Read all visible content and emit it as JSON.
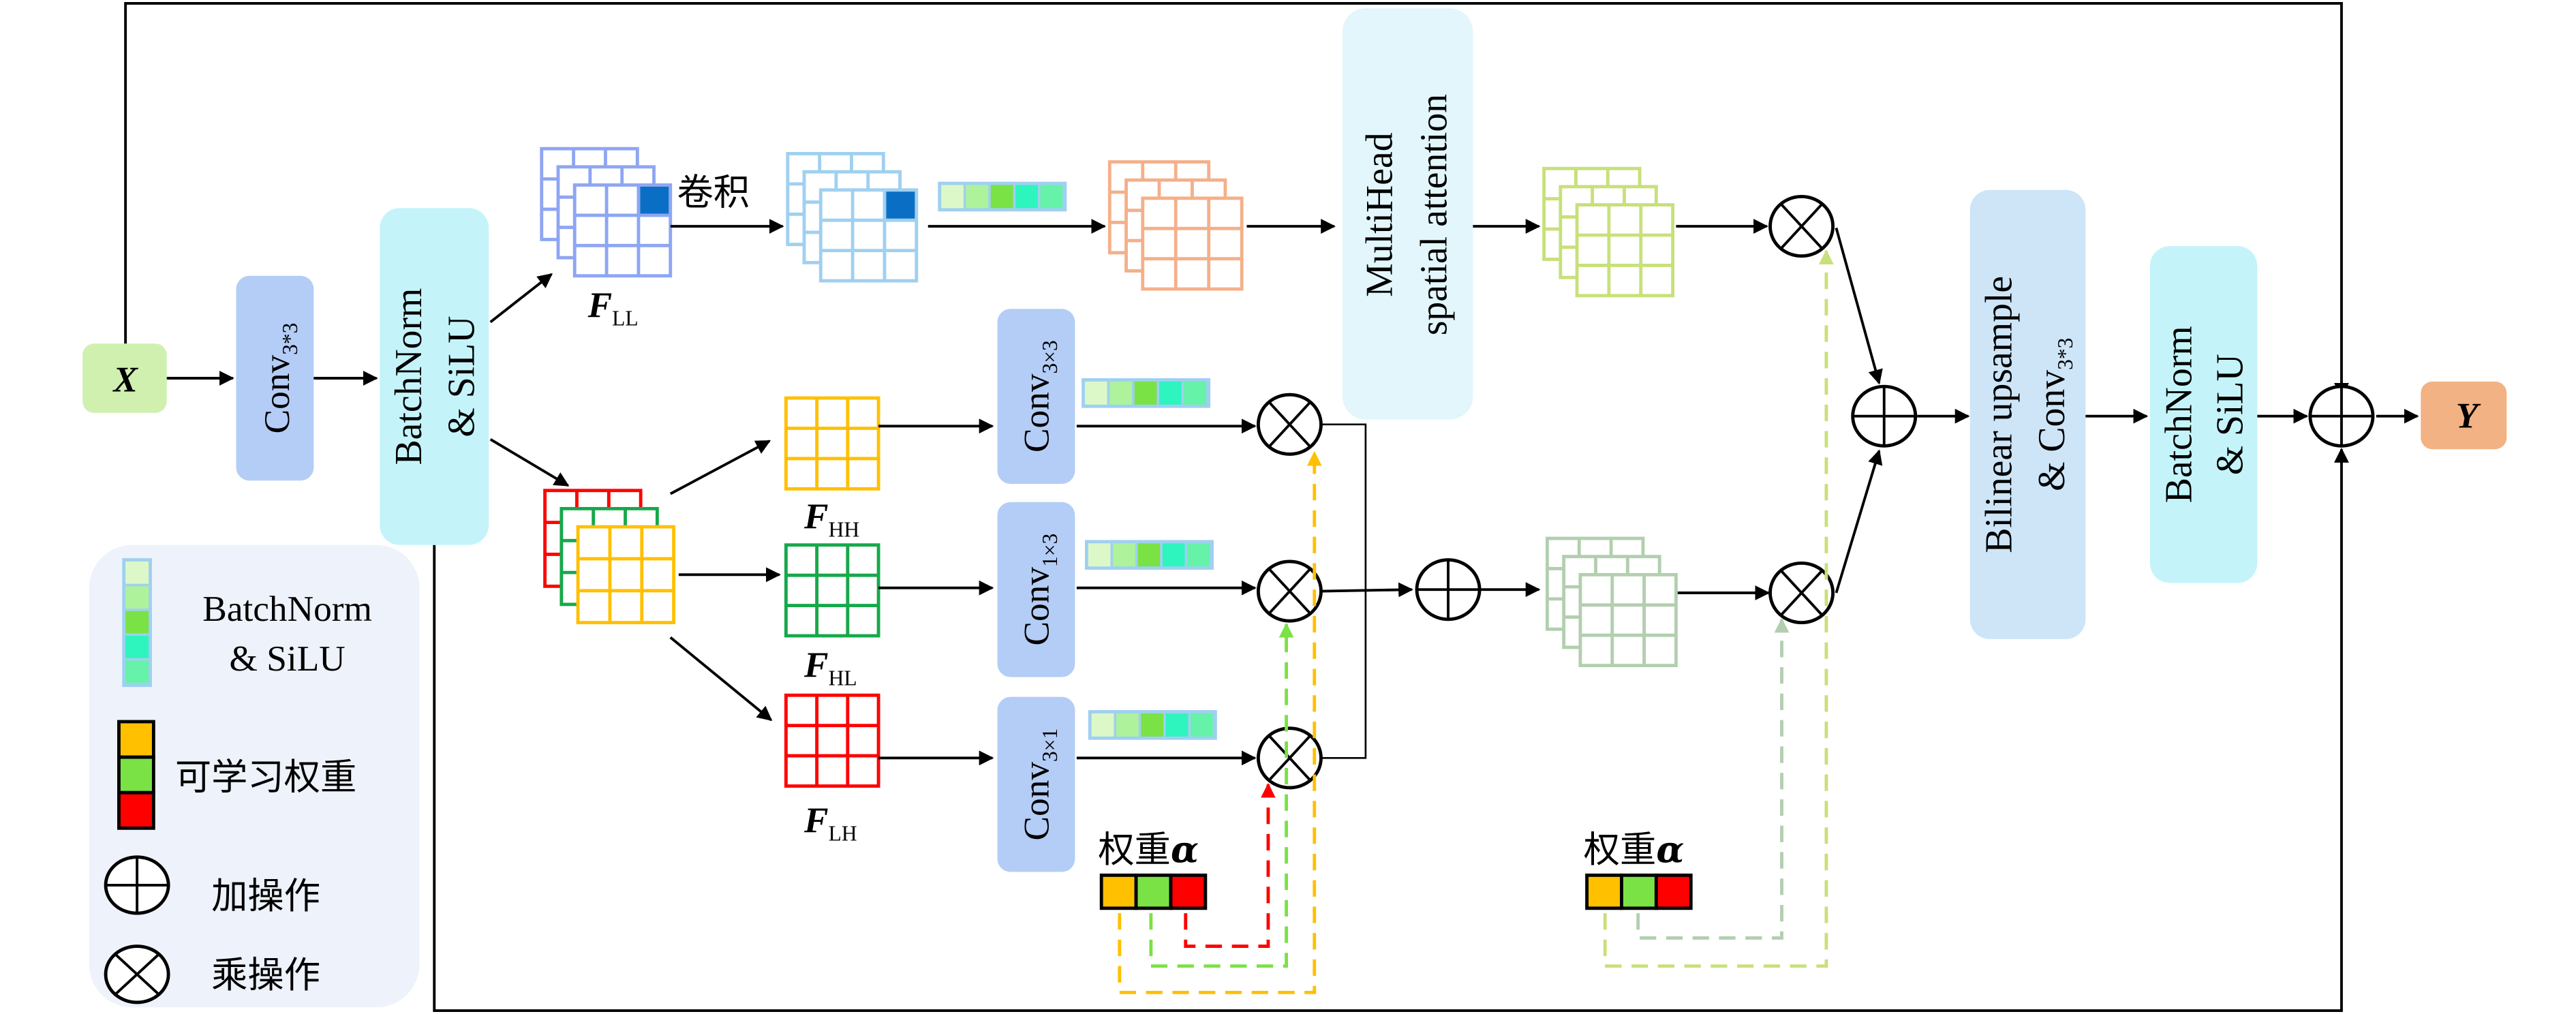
{
  "figure": {
    "input": {
      "label": "X",
      "color": "#d0f0b0"
    },
    "output": {
      "label": "Y",
      "color": "#f2b283"
    },
    "stem_conv": {
      "label": "Conv",
      "subscript": "3*3",
      "color": "#b4cdf6"
    },
    "stem_bn": {
      "line1": "BatchNorm",
      "line2": "& SiLU",
      "color": "#c4f4fa"
    },
    "ll_branch": {
      "feature_label": "F",
      "feature_sub": "LL",
      "conv_text": "卷积",
      "feature_color": "#8ea6f2",
      "conv_feature_color": "#9fd0f0",
      "highlight_color": "#0a6fc4",
      "post_color": "#f4b08a",
      "attention": {
        "line1": "MultiHead",
        "line2": "spatial attention",
        "color": "#e2f6fb"
      },
      "attention_out_color": "#c8e07a"
    },
    "high_branch": {
      "stack_colors": [
        "#ff0000",
        "#16a84a",
        "#ffc000"
      ],
      "features": [
        {
          "label": "F",
          "sub": "HH",
          "color": "#ffc000",
          "conv": "Conv",
          "conv_sub": "3×3"
        },
        {
          "label": "F",
          "sub": "HL",
          "color": "#16a84a",
          "conv": "Conv",
          "conv_sub": "1×3"
        },
        {
          "label": "F",
          "sub": "LH",
          "color": "#ff0000",
          "conv": "Conv",
          "conv_sub": "3×1"
        }
      ],
      "conv_color": "#b4cdf6",
      "fused_color": "#b2cfb0"
    },
    "bn_strip_colors": [
      "#ddf8c8",
      "#aef29c",
      "#7ae244",
      "#2ef4be",
      "#66f2a8"
    ],
    "bn_strip_border": "#9fd0f0",
    "weight_colors": [
      "#ffc000",
      "#7ae244",
      "#ff0000"
    ],
    "weights": [
      {
        "label": "权重",
        "symbol": "α"
      },
      {
        "label": "权重",
        "symbol": "α"
      }
    ],
    "dashed_colors": {
      "yellow": "#ffc000",
      "green": "#7ae244",
      "red": "#ff0000",
      "lightgreen": "#c8e07a",
      "sage": "#b2cfb0"
    },
    "upsample": {
      "line1": "Bilinear upsample",
      "line2": "& Conv",
      "subscript": "3*3",
      "color": "#cde5f7"
    },
    "final_bn": {
      "line1": "BatchNorm",
      "line2": "& SiLU",
      "color": "#c4f4fa"
    }
  },
  "legend": {
    "background": "#eef2fa",
    "items": [
      {
        "icon": "batchnorm-silu-strip",
        "line1": "BatchNorm",
        "line2": "& SiLU"
      },
      {
        "icon": "learnable-weight-strip",
        "text": "可学习权重"
      },
      {
        "icon": "add-operator",
        "text": "加操作"
      },
      {
        "icon": "multiply-operator",
        "text": "乘操作"
      }
    ]
  }
}
